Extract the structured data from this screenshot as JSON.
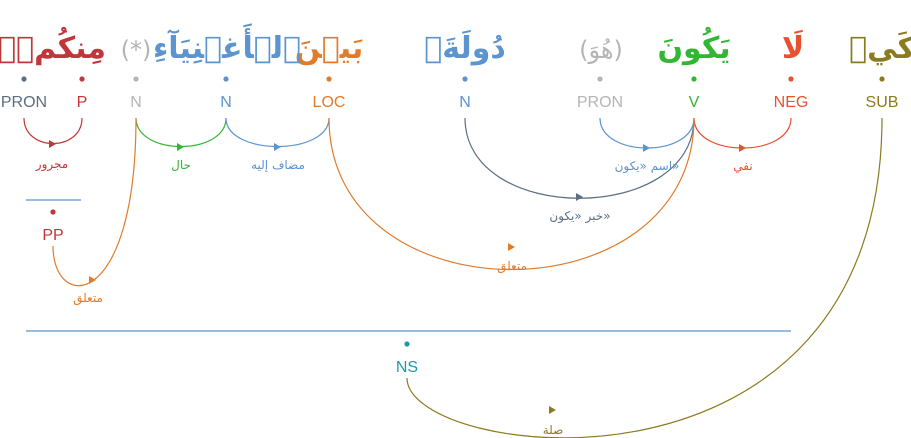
{
  "colors": {
    "pron": "#5b6f82",
    "prep": "#c0363a",
    "hidden": "#b5b5b5",
    "noun": "#5b94cf",
    "loc": "#e07b2a",
    "verb": "#33b633",
    "neg": "#e8502f",
    "sub": "#8c7a1f",
    "ns": "#1b9aaa"
  },
  "tokens": [
    {
      "id": "kay",
      "word": "كَيۡ"
    },
    {
      "id": "la",
      "word": "لَا"
    },
    {
      "id": "yakuna",
      "word": "يَكُونَ"
    },
    {
      "id": "huwa",
      "word": "(هُوَ)"
    },
    {
      "id": "dulatan",
      "word": "دُولَةَۢ"
    },
    {
      "id": "bayna",
      "word": "بَيۡنَ"
    },
    {
      "id": "alaghniyai",
      "word": "ٱلۡأَغۡنِيَآءِ"
    },
    {
      "id": "star",
      "word": "(*)"
    },
    {
      "id": "minkum",
      "word": "مِنكُمۡۚ"
    }
  ],
  "nodes": [
    {
      "id": "sub",
      "tag": "SUB"
    },
    {
      "id": "neg",
      "tag": "NEG"
    },
    {
      "id": "v",
      "tag": "V"
    },
    {
      "id": "pron_hidden",
      "tag": "PRON"
    },
    {
      "id": "n_dula",
      "tag": "N"
    },
    {
      "id": "loc",
      "tag": "LOC"
    },
    {
      "id": "n_aghniya",
      "tag": "N"
    },
    {
      "id": "n_star",
      "tag": "N"
    },
    {
      "id": "p",
      "tag": "P"
    },
    {
      "id": "pron_kum",
      "tag": "PRON"
    },
    {
      "id": "pp",
      "tag": "PP"
    },
    {
      "id": "ns",
      "tag": "NS"
    }
  ],
  "relations": [
    {
      "id": "majrur",
      "label": "مجرور"
    },
    {
      "id": "hal",
      "label": "حال"
    },
    {
      "id": "mudaf",
      "label": "مضاف إليه"
    },
    {
      "id": "ism",
      "label": "اسم «يكون»"
    },
    {
      "id": "nafy",
      "label": "نفي"
    },
    {
      "id": "khabar",
      "label": "خبر «يكون»"
    },
    {
      "id": "mutaallaq1",
      "label": "متعلق"
    },
    {
      "id": "mutaallaq2",
      "label": "متعلق"
    },
    {
      "id": "sila",
      "label": "صلة"
    }
  ]
}
